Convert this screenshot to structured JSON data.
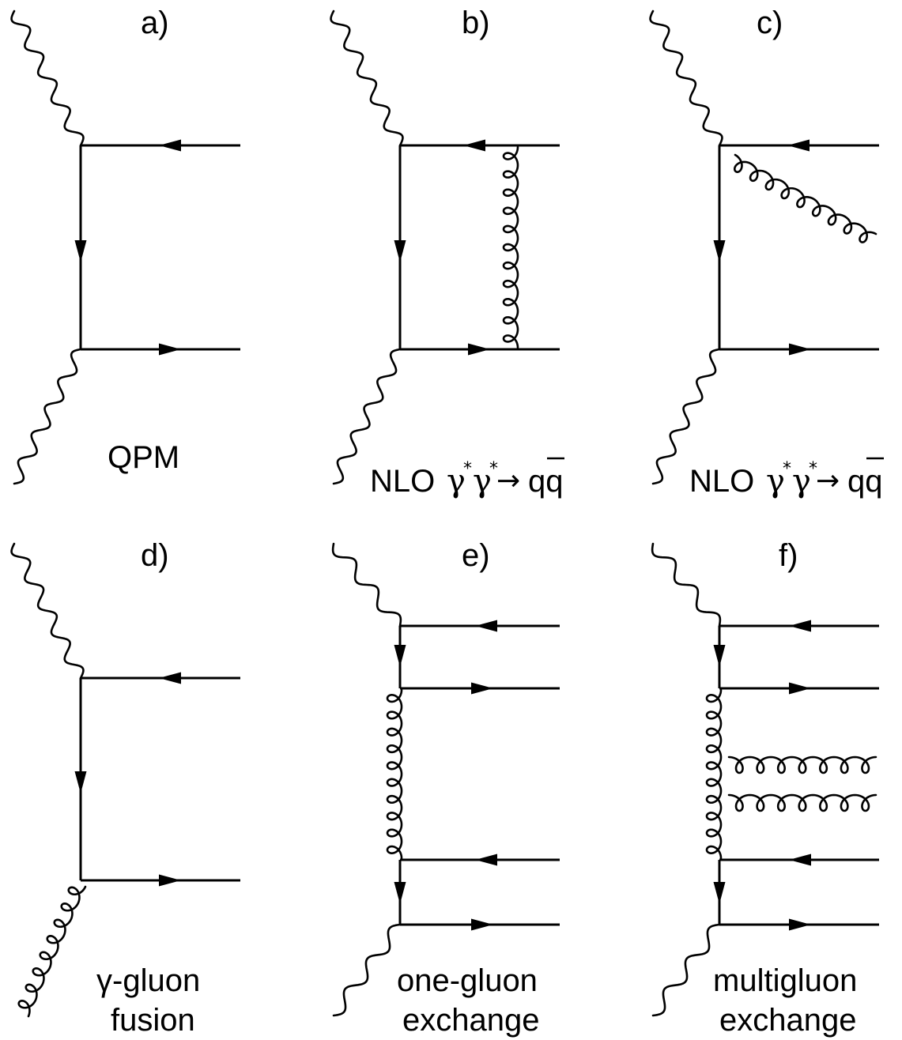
{
  "panels": [
    {
      "id": "a",
      "tag": "a)",
      "caption": [
        "QPM"
      ]
    },
    {
      "id": "b",
      "tag": "b)",
      "caption_parts": {
        "pre": "NLO ",
        "g1": "γ",
        "s1": "*",
        "g2": "γ",
        "s2": "*",
        "arrow": "→",
        "qq": "qq"
      }
    },
    {
      "id": "c",
      "tag": "c)",
      "caption_parts": {
        "pre": "NLO ",
        "g1": "γ",
        "s1": "*",
        "g2": "γ",
        "s2": "*",
        "arrow": "→",
        "qq": "qq"
      }
    },
    {
      "id": "d",
      "tag": "d)",
      "caption": [
        "γ-gluon",
        "fusion"
      ]
    },
    {
      "id": "e",
      "tag": "e)",
      "caption": [
        "one-gluon",
        "exchange"
      ]
    },
    {
      "id": "f",
      "tag": "f)",
      "caption": [
        "multigluon",
        "exchange"
      ]
    }
  ]
}
